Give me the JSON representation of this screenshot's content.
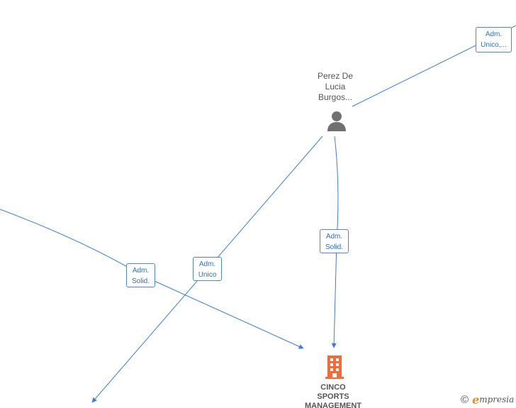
{
  "person": {
    "name_lines": [
      "Perez De",
      "Lucia",
      "Burgos..."
    ]
  },
  "company": {
    "name_lines": [
      "CINCO",
      "SPORTS",
      "MANAGEMENT"
    ],
    "icon_color": "#f26b3a"
  },
  "edge_labels": [
    {
      "id": "adm-unico-top",
      "lines": [
        "Adm.",
        "Unico,..."
      ]
    },
    {
      "id": "adm-solid-right",
      "lines": [
        "Adm.",
        "Solid."
      ]
    },
    {
      "id": "adm-unico-mid",
      "lines": [
        "Adm.",
        "Unico"
      ]
    },
    {
      "id": "adm-solid-left",
      "lines": [
        "Adm.",
        "Solid."
      ]
    }
  ],
  "colors": {
    "edge": "#3b7dd8",
    "label_text": "#2f6fc4",
    "person_icon": "#707070",
    "brand_accent": "#f08a1c"
  },
  "footer": {
    "copyright_symbol": "©",
    "brand_initial": "e",
    "brand_rest": "mpresia"
  }
}
